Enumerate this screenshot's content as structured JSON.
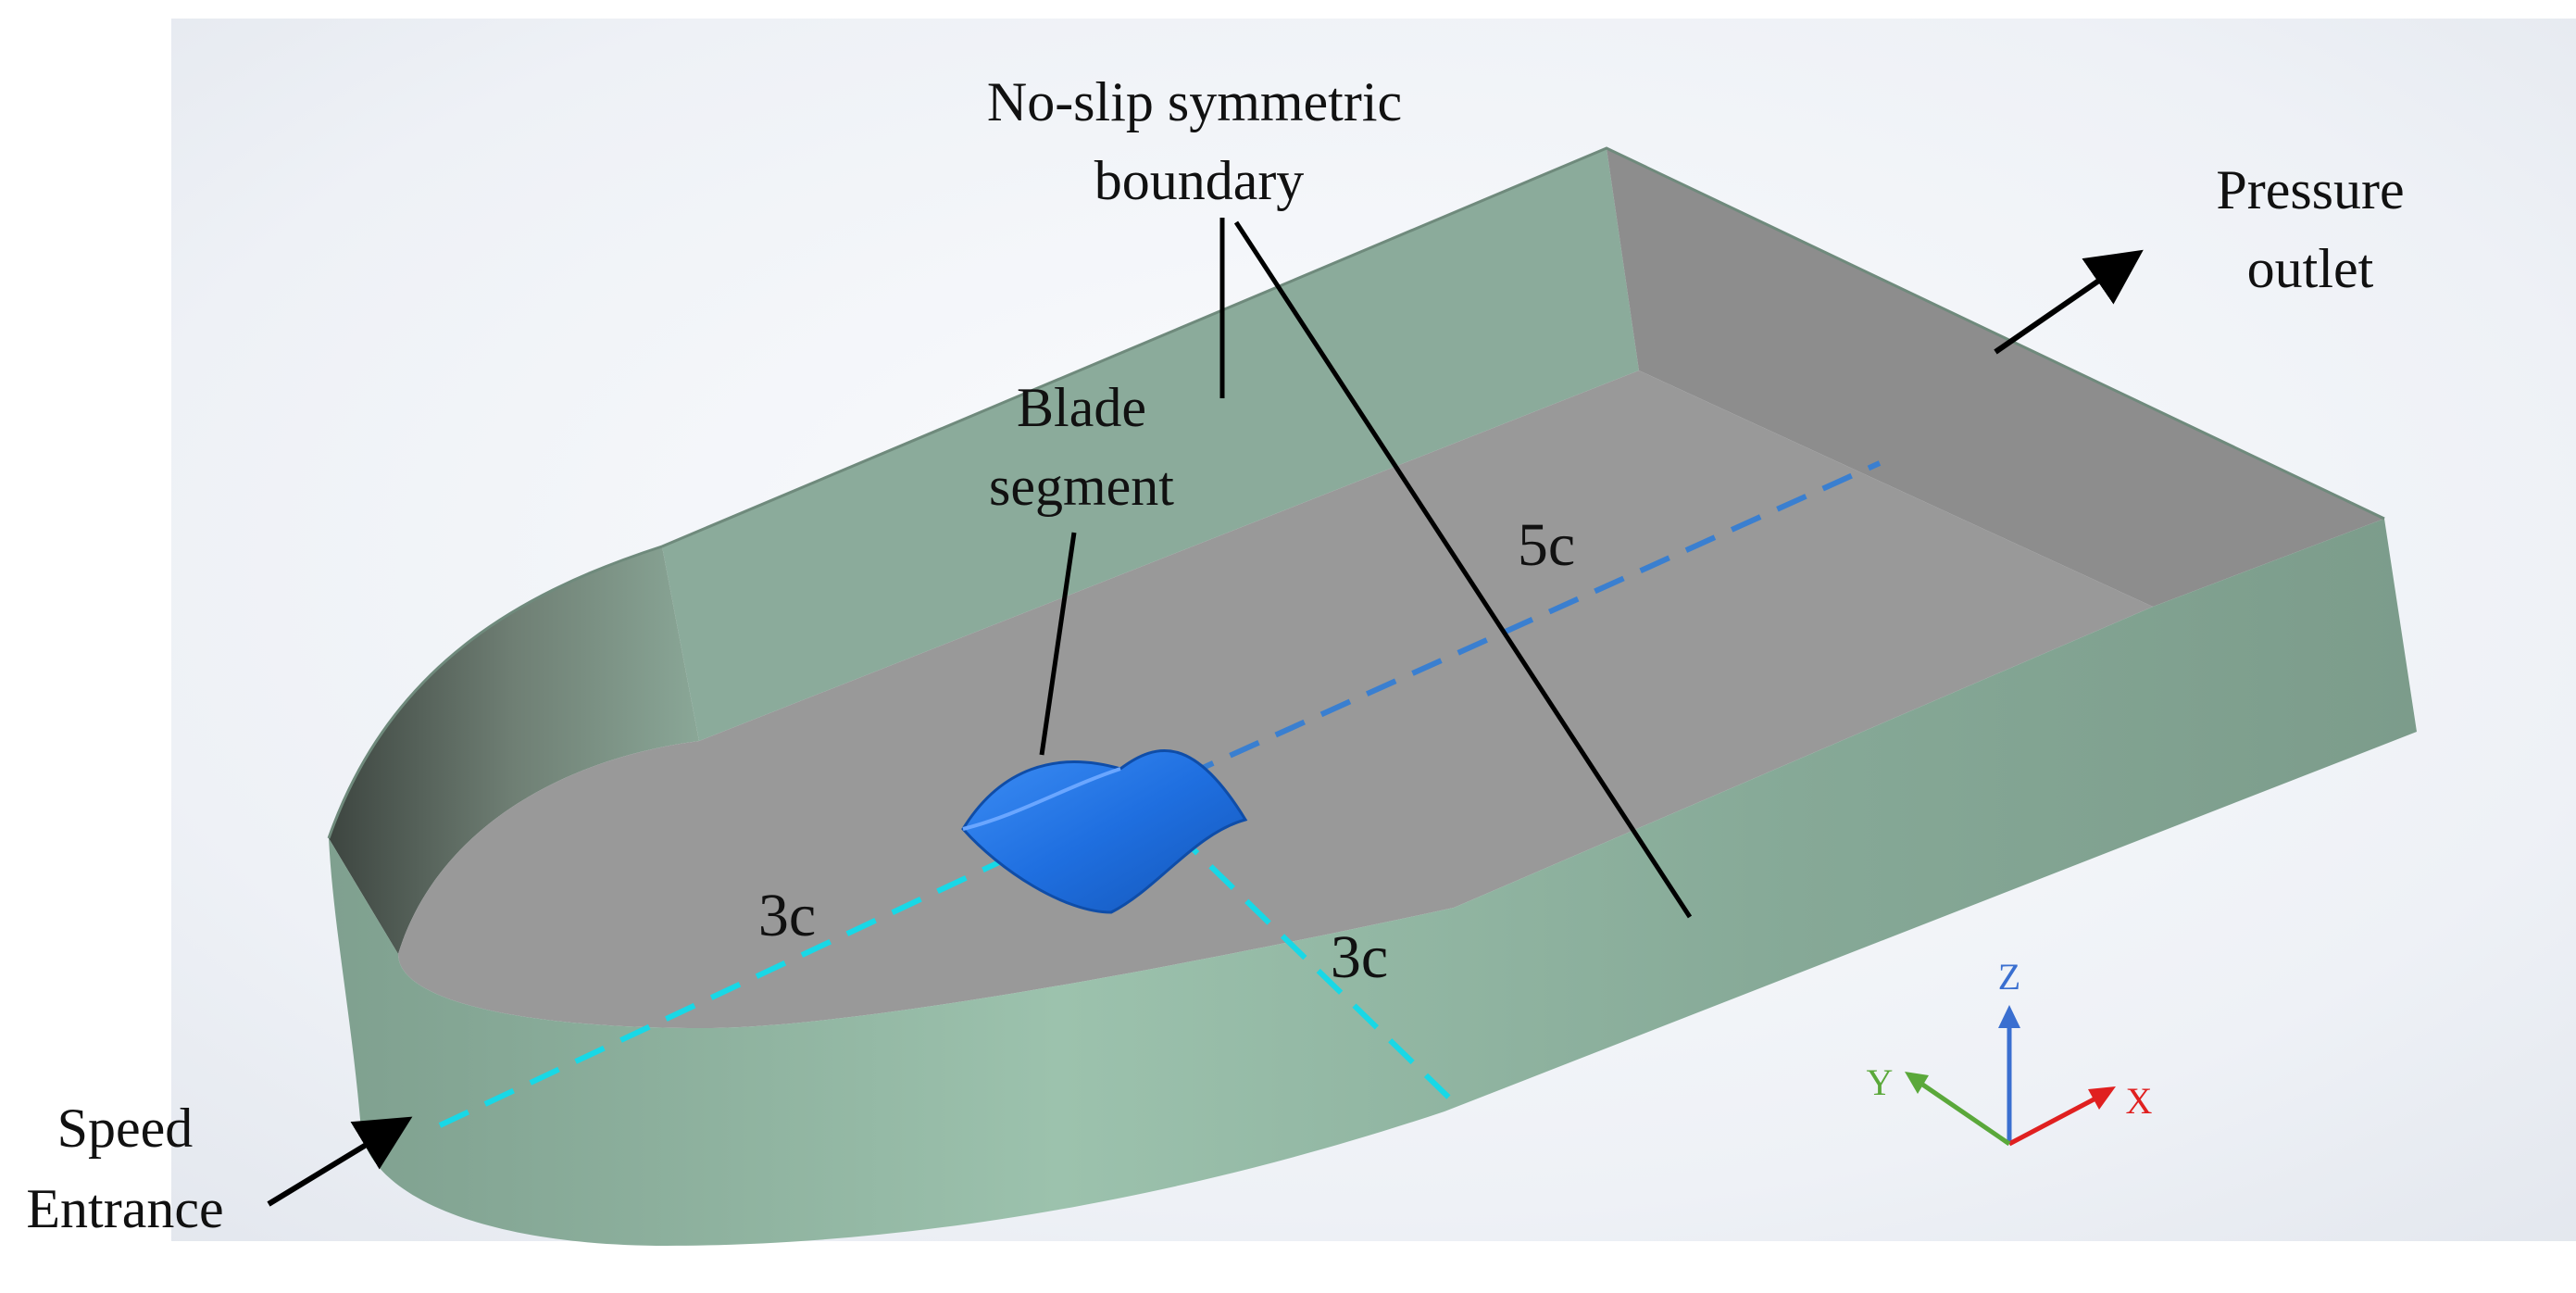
{
  "labels": {
    "no_slip_line1": "No-slip symmetric",
    "no_slip_line2": "boundary",
    "pressure_line1": "Pressure",
    "pressure_line2": "outlet",
    "blade_line1": "Blade",
    "blade_line2": "segment",
    "speed_line1": "Speed",
    "speed_line2": "Entrance"
  },
  "dimensions": {
    "downstream": "5c",
    "upstream": "3c",
    "lateral": "3c"
  },
  "axes": {
    "x": "X",
    "y": "Y",
    "z": "Z"
  },
  "colors": {
    "wall": "#8fb3a1",
    "floor": "#9a9a9a",
    "back_wall": "#8c8c8c",
    "blade": "#1f6fe0",
    "center_line": "#3a7fd0",
    "inlet_line": "#18d8e6",
    "axis_x": "#e02020",
    "axis_y": "#5aa83a",
    "axis_z": "#3a6fd0"
  }
}
